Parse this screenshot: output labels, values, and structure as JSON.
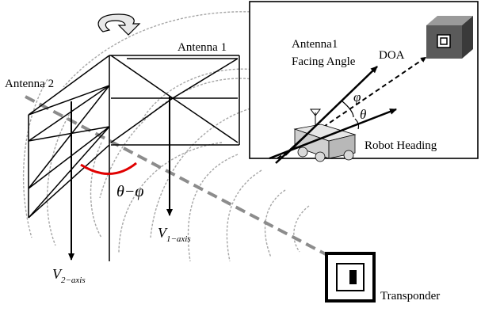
{
  "labels": {
    "antenna1": "Antenna 1",
    "antenna2": "Antenna 2",
    "theta_minus_phi": "θ−φ",
    "v1_main": "V",
    "v1_sub": "1−axis",
    "v2_main": "V",
    "v2_sub": "2−axis",
    "transponder": "Transponder"
  },
  "inset": {
    "facing_angle_line1": "Antenna1",
    "facing_angle_line2": "Facing Angle",
    "doa": "DOA",
    "phi": "φ",
    "theta": "θ",
    "robot_heading": "Robot Heading"
  },
  "colors": {
    "line": "#000000",
    "wave": "#a6a6a6",
    "doa_dash": "#8c8c8c",
    "angle_arc": "#e00000",
    "robot_body": "#cfcfcf",
    "box_front": "#5a5a5a",
    "box_top": "#9a9a9a",
    "box_side": "#3a3a3a"
  },
  "icons": [
    "rotation-arrow-icon",
    "robot-icon",
    "transponder-icon",
    "rfid-box-icon"
  ]
}
